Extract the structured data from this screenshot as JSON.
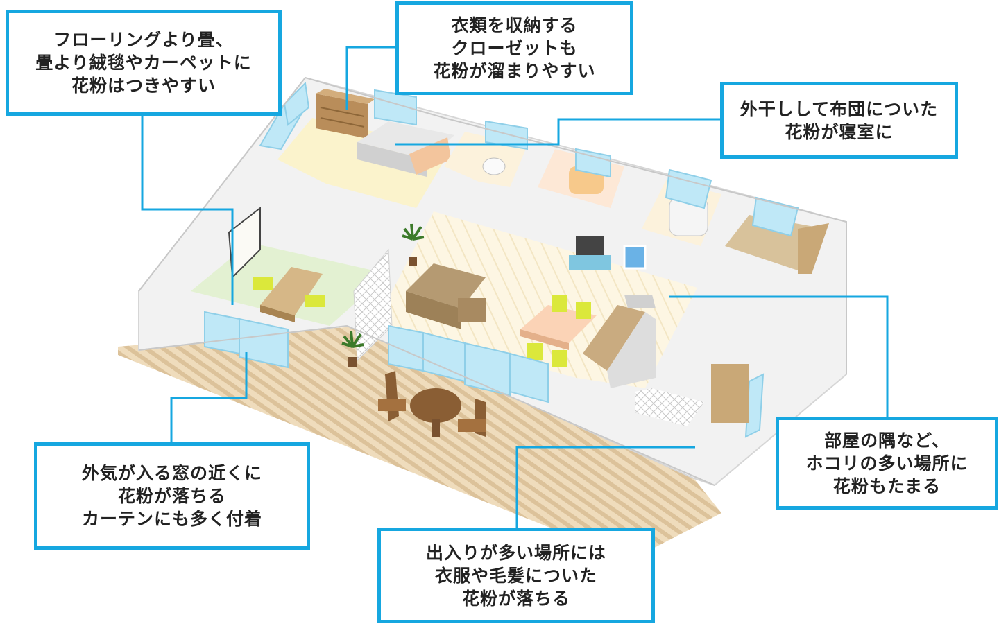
{
  "colors": {
    "accent": "#16a7e0",
    "leader": "#16a7e0",
    "wall": "#f2f2f2",
    "wall_top": "#ffffff",
    "wood_floor": "#fbf1d6",
    "deck": "#e6cfa8",
    "tatami": "#dff0cf",
    "window": "#bfe8f7",
    "furniture_wood": "#b5976a"
  },
  "callouts": [
    {
      "id": "flooring",
      "text": "フローリングより畳、\n畳より絨毯やカーペットに\n花粉はつきやすい"
    },
    {
      "id": "closet",
      "text": "衣類を収納する\nクローゼットも\n花粉が溜まりやすい"
    },
    {
      "id": "futon",
      "text": "外干しして布団についた\n花粉が寝室に"
    },
    {
      "id": "corner",
      "text": "部屋の隅など、\nホコリの多い場所に\n花粉もたまる"
    },
    {
      "id": "entrance",
      "text": "出入りが多い場所には\n衣服や毛髪についた\n花粉が落ちる"
    },
    {
      "id": "window",
      "text": "外気が入る窓の近くに\n花粉が落ちる\nカーテンにも多く付着"
    }
  ]
}
